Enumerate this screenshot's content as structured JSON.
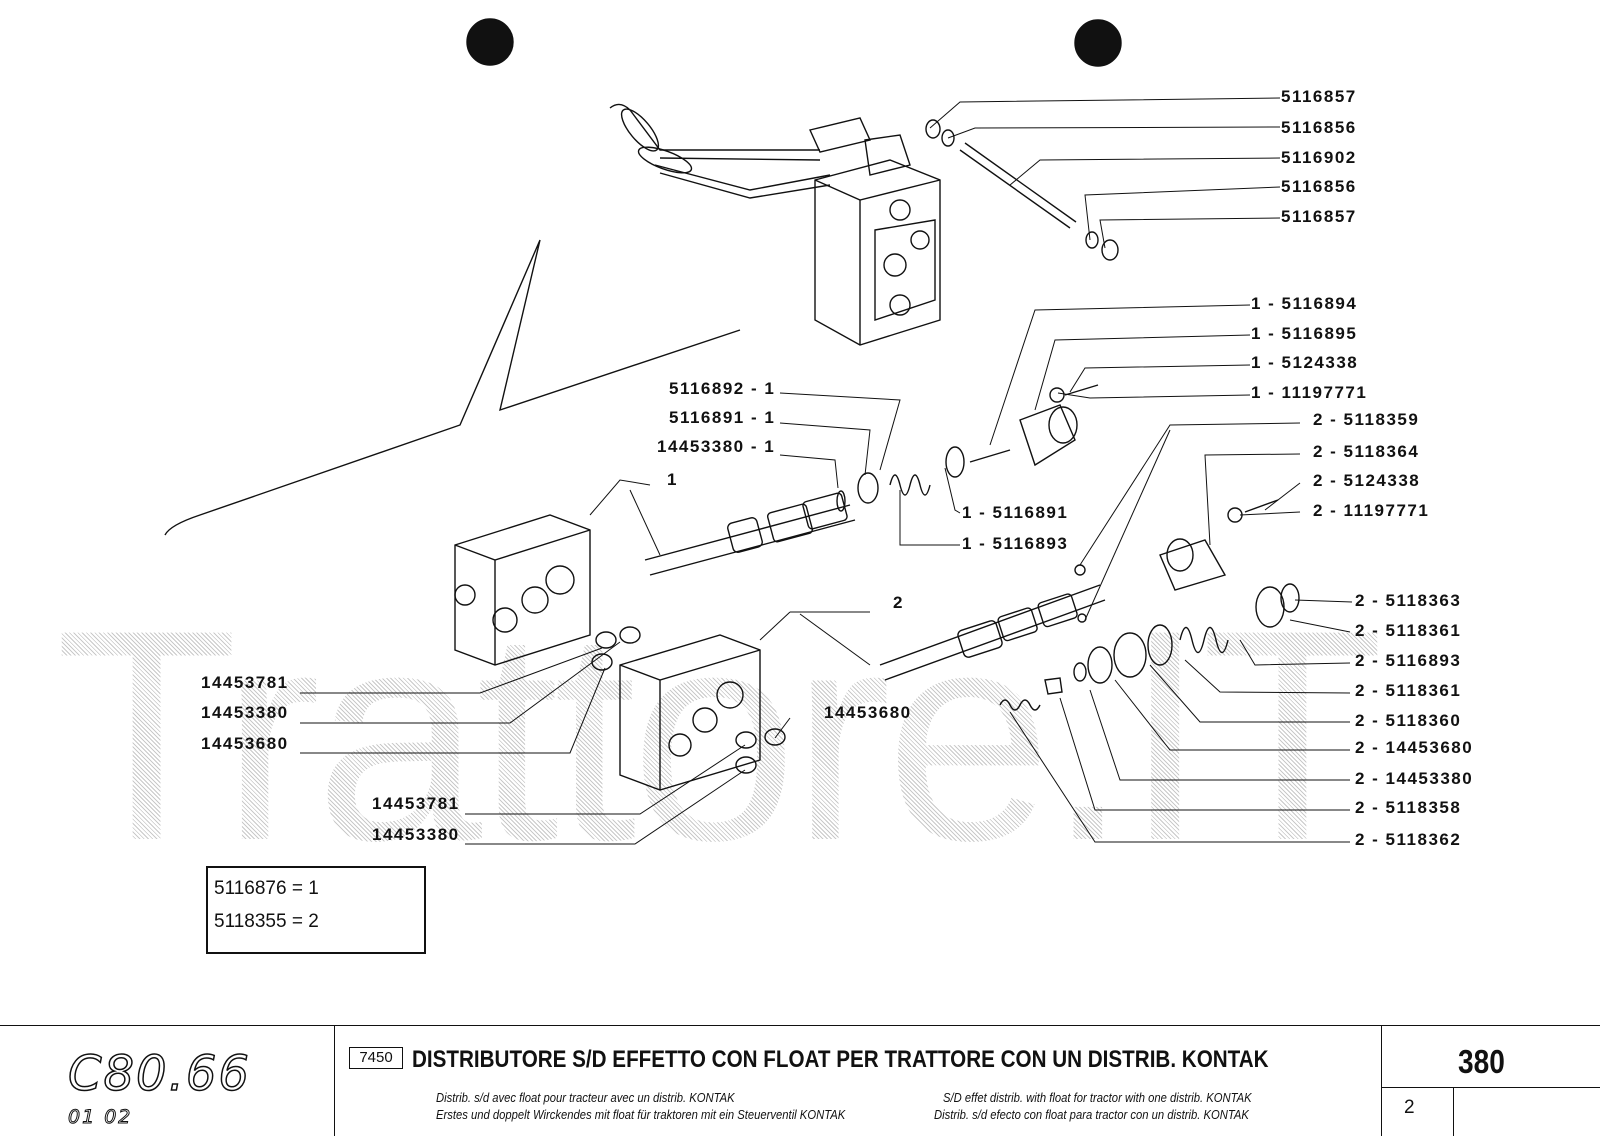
{
  "watermark": "Trattore.IT",
  "diagram": {
    "labels": {
      "l1": "5116857",
      "l2": "5116856",
      "l3": "5116902",
      "l4": "5116856",
      "l5": "5116857",
      "l6": "1 - 5116894",
      "l7": "1 - 5116895",
      "l8": "1 - 5124338",
      "l9": "1 - 11197771",
      "l10": "5116892 - 1",
      "l11": "5116891 - 1",
      "l12": "14453380 - 1",
      "l13": "2 - 5118359",
      "l14": "2 - 5118364",
      "l15": "2 - 5124338",
      "l16": "2 - 11197771",
      "l17": "1",
      "l18": "1 - 5116891",
      "l19": "1 - 5116893",
      "l20": "2",
      "l21": "2 - 5118363",
      "l22": "2 - 5118361",
      "l23": "2 - 5116893",
      "l24": "2 - 5118361",
      "l25": "2 - 5118360",
      "l26": "2 - 14453680",
      "l27": "2 - 14453380",
      "l28": "2 - 5118358",
      "l29": "2 - 5118362",
      "l30": "14453781",
      "l31": "14453380",
      "l32": "14453680",
      "l33": "14453680",
      "l34": "14453781",
      "l35": "14453380"
    }
  },
  "kit_box": {
    "row1": "5116876 = 1",
    "row2": "5118355 = 2"
  },
  "footer": {
    "model_logo": "C80.66",
    "revision": "01  02",
    "group_code": "7450",
    "title": "DISTRIBUTORE S/D EFFETTO CON FLOAT PER TRATTORE CON UN DISTRIB. KONTAK",
    "sub_fr": "Distrib. s/d avec float pour tracteur avec un distrib. KONTAK",
    "sub_de": "Erstes und doppelt Wirckendes mit float für traktoren mit ein Steuerventil KONTAK",
    "sub_en": "S/D effet distrib. with float for tractor with one distrib. KONTAK",
    "sub_es": "Distrib. s/d efecto con float para tractor con un distrib. KONTAK",
    "page_number": "380",
    "sheet": "2"
  }
}
